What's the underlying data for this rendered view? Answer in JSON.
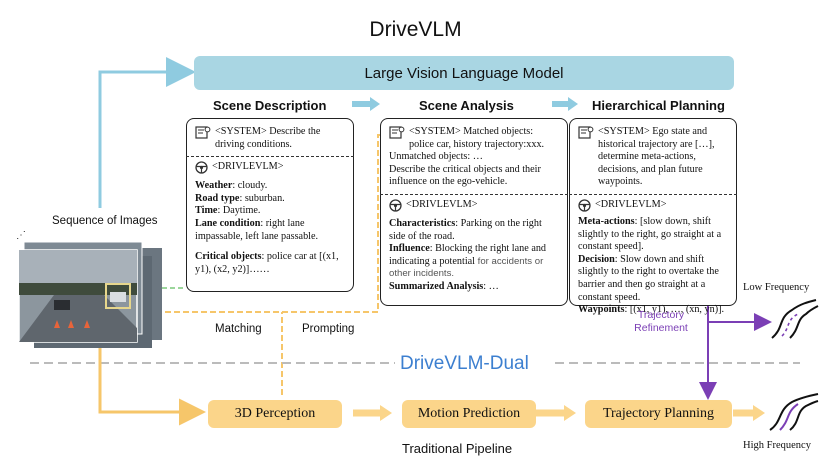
{
  "title": "DriveVLM",
  "lvlm_label": "Large Vision Language Model",
  "stages": {
    "scene_description": "Scene Description",
    "scene_analysis": "Scene Analysis",
    "hierarchical_planning": "Hierarchical Planning"
  },
  "box1": {
    "system": "<SYSTEM> Describe the driving conditions.",
    "tag": "<DRIVLEVLM>",
    "weather_k": "Weather",
    "weather_v": ": cloudy.",
    "road_k": "Road type",
    "road_v": ": suburban.",
    "time_k": "Time",
    "time_v": ": Daytime.",
    "lane_k": "Lane condition",
    "lane_v": ": right lane impassable, left lane passable.",
    "crit_k": "Critical objects",
    "crit_v": ": police car at [(x1, y1), (x2, y2)]……"
  },
  "box2": {
    "system": "<SYSTEM> Matched objects: police car, history trajectory:xxx.",
    "unmatched": "Unmatched objects: …",
    "describe": "Describe the critical objects and their influence on the ego-vehicle.",
    "tag": "<DRIVLEVLM>",
    "char_k": "Characteristics",
    "char_v": ": Parking on the right side of the road.",
    "infl_k": "Influence",
    "infl_v": ": Blocking the right lane and indicating a potential",
    "infl_gray": " for accidents or other incidents.",
    "sum_k": "Summarized Analysis",
    "sum_v": ": …"
  },
  "box3": {
    "system": "<SYSTEM> Ego state and historical trajectory are […], determine meta-actions, decisions, and plan future waypoints.",
    "tag": "<DRIVLEVLM>",
    "meta_k": "Meta-actions",
    "meta_v": ": [slow down, shift slightly to the right, go straight at a constant speed].",
    "dec_k": "Decision",
    "dec_v": ": Slow down and shift slightly to the right to overtake the barrier and then go straight at a constant speed.",
    "way_k": "Waypoints",
    "way_v": ": [(x1, y1), …, (xn, yn)]."
  },
  "sequence_label": "Sequence of Images",
  "matching_label": "Matching",
  "prompting_label": "Prompting",
  "dual_label": "DriveVLM-Dual",
  "refinement_label": "Trajectory Refinement",
  "low_freq_label": "Low Frequency",
  "high_freq_label": "High Frequency",
  "pipeline": {
    "perception": "3D Perception",
    "motion": "Motion Prediction",
    "planning": "Trajectory Planning"
  },
  "pipeline_label": "Traditional Pipeline",
  "colors": {
    "blue_bar": "#a9d6e3",
    "blue_arrow": "#8fcbe0",
    "orange": "#fbd58a",
    "purple": "#7b3fb5",
    "dual_blue": "#3c7fd0"
  }
}
